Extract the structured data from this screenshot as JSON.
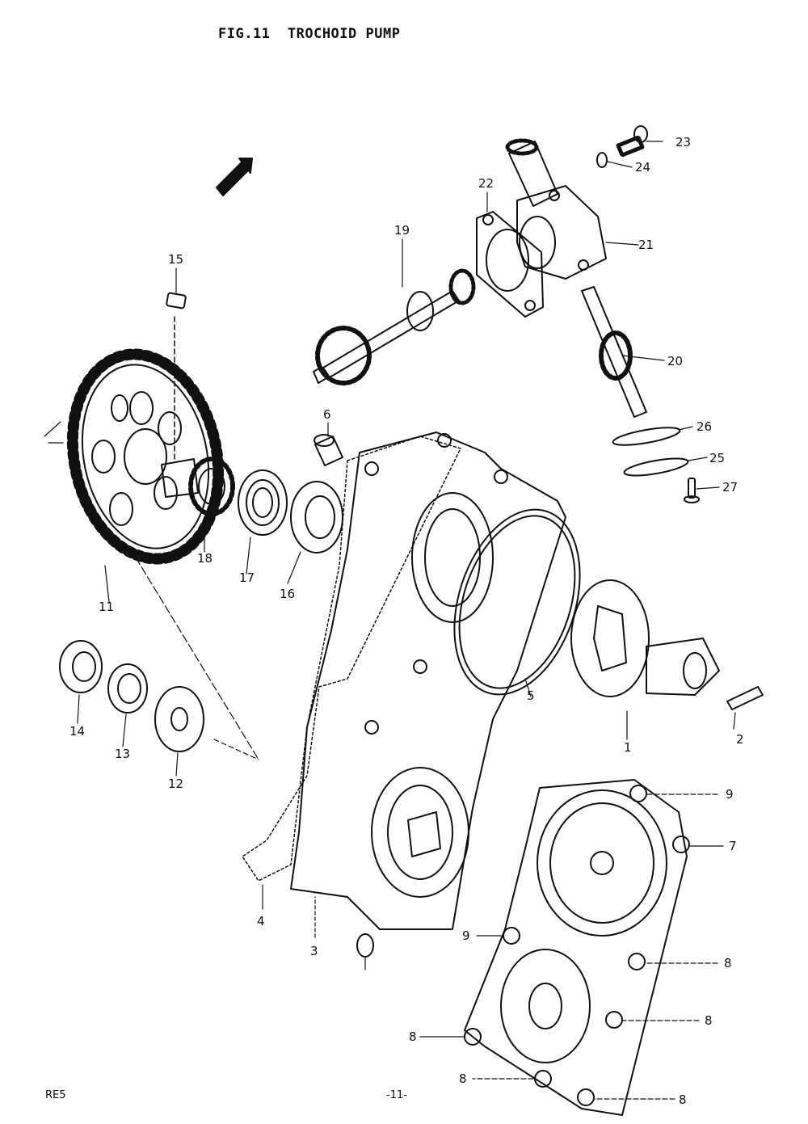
{
  "figure": {
    "title": "FIG.11  TROCHOID PUMP"
  },
  "footer": {
    "left_mark": "RE5",
    "page_number": "-11-"
  },
  "callouts": [
    "1",
    "2",
    "3",
    "4",
    "5",
    "6",
    "7",
    "8",
    "9",
    "11",
    "12",
    "13",
    "14",
    "15",
    "16",
    "17",
    "18",
    "19",
    "20",
    "21",
    "22",
    "23",
    "24",
    "25",
    "26",
    "27"
  ],
  "colors": {
    "ink": "#111111",
    "paper": "#ffffff"
  }
}
